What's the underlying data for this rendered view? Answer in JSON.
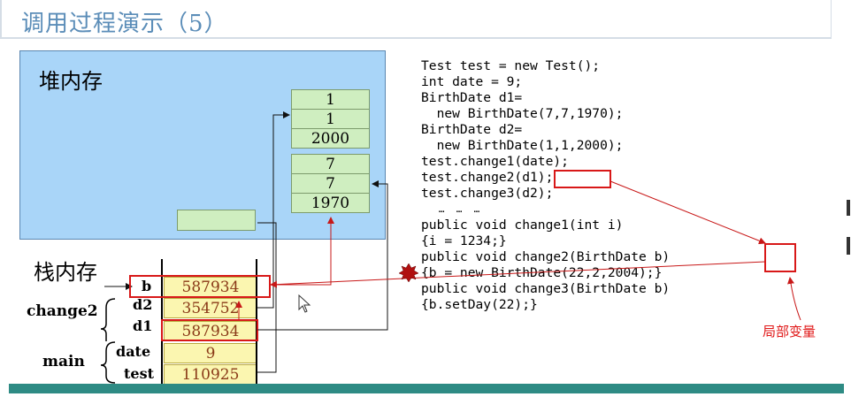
{
  "title": "调用过程演示（5）",
  "heap": {
    "label": "堆内存",
    "object1": [
      "1",
      "1",
      "2000"
    ],
    "object2": [
      "7",
      "7",
      "1970"
    ]
  },
  "stack": {
    "label": "栈内存",
    "frames": {
      "change2": "change2",
      "main": "main"
    },
    "rows": [
      {
        "name": "b",
        "value": "587934"
      },
      {
        "name": "d2",
        "value": "354752"
      },
      {
        "name": "d1",
        "value": "587934"
      },
      {
        "name": "date",
        "value": "9"
      },
      {
        "name": "test",
        "value": "110925"
      }
    ]
  },
  "code": {
    "lines": [
      "Test test = new Test();",
      "int date = 9;",
      "BirthDate d1=",
      "  new BirthDate(7,7,1970);",
      "BirthDate d2=",
      "  new BirthDate(1,1,2000);",
      "test.change1(date);",
      "test.change2(d1);",
      "test.change3(d2);",
      "   …  …  …",
      "public void change1(int i)",
      "{i = 1234;}",
      "public void change2(BirthDate b)",
      "{b = new BirthDate(22,2,2004);}",
      "public void change3(BirthDate b)",
      "{b.setDay(22);}"
    ]
  },
  "annotation": "局部变量",
  "colors": {
    "heap_bg": "#a9d5f8",
    "cell_bg": "#cfeec0",
    "stack_cell_bg": "#fbf6b0",
    "highlight": "#e01818",
    "bar": "#2e8b84",
    "title": "#5b8db8"
  }
}
